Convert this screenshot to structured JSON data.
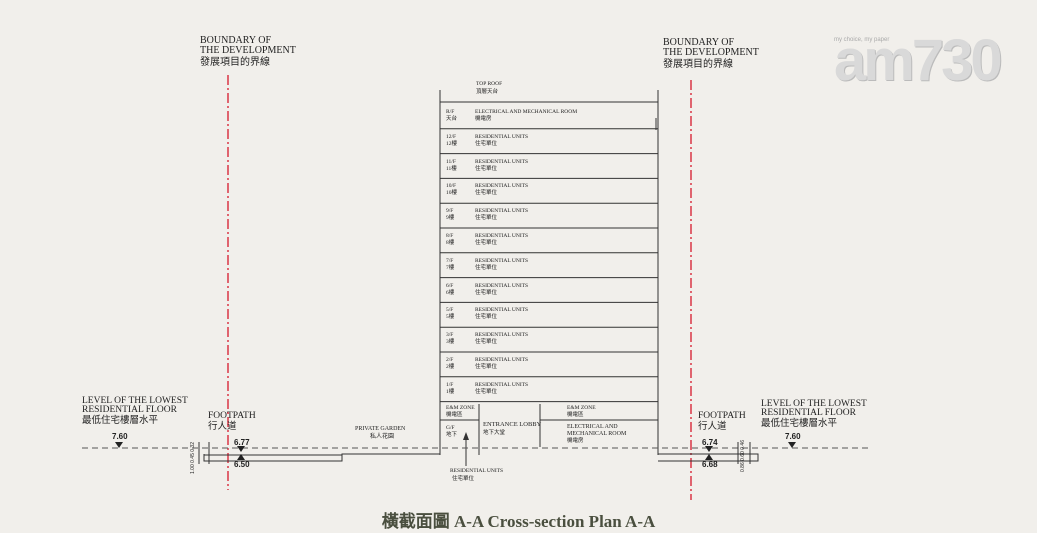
{
  "caption": "橫截面圖 A-A Cross-section Plan A-A",
  "watermark": {
    "small": "my choice, my paper",
    "big": "am730"
  },
  "left": {
    "boundary_en1": "BOUNDARY OF",
    "boundary_en2": "THE DEVELOPMENT",
    "boundary_cn": "發展項目的界線",
    "lowest_en1": "LEVEL OF THE LOWEST",
    "lowest_en2": "RESIDENTIAL FLOOR",
    "lowest_cn": "最低住宅樓層水平",
    "lowest_level": "7.60",
    "footpath_en": "FOOTPATH",
    "footpath_cn": "行人道",
    "level_top": "6.77",
    "level_bottom": "6.50",
    "dims": [
      "1.00",
      "0.45",
      "0.32"
    ]
  },
  "right": {
    "boundary_en1": "BOUNDARY OF",
    "boundary_en2": "THE DEVELOPMENT",
    "boundary_cn": "發展項目的界線",
    "lowest_en1": "LEVEL OF THE LOWEST",
    "lowest_en2": "RESIDENTIAL FLOOR",
    "lowest_cn": "最低住宅樓層水平",
    "lowest_level": "7.60",
    "footpath_en": "FOOTPATH",
    "footpath_cn": "行人道",
    "level_top": "6.74",
    "level_bottom": "6.68",
    "dims": [
      "0.86",
      "0.60",
      "0.46"
    ]
  },
  "building": {
    "top_roof_en": "TOP ROOF",
    "top_roof_cn": "頂層天台",
    "floors": [
      {
        "code": "R/F",
        "cn": "天台",
        "use_en": "ELECTRICAL AND MECHANICAL ROOM",
        "use_cn": "機電房"
      },
      {
        "code": "12/F",
        "cn": "12樓",
        "use_en": "RESIDENTIAL UNITS",
        "use_cn": "住宅單位"
      },
      {
        "code": "11/F",
        "cn": "11樓",
        "use_en": "RESIDENTIAL UNITS",
        "use_cn": "住宅單位"
      },
      {
        "code": "10/F",
        "cn": "10樓",
        "use_en": "RESIDENTIAL UNITS",
        "use_cn": "住宅單位"
      },
      {
        "code": "9/F",
        "cn": "9樓",
        "use_en": "RESIDENTIAL UNITS",
        "use_cn": "住宅單位"
      },
      {
        "code": "8/F",
        "cn": "8樓",
        "use_en": "RESIDENTIAL UNITS",
        "use_cn": "住宅單位"
      },
      {
        "code": "7/F",
        "cn": "7樓",
        "use_en": "RESIDENTIAL UNITS",
        "use_cn": "住宅單位"
      },
      {
        "code": "6/F",
        "cn": "6樓",
        "use_en": "RESIDENTIAL UNITS",
        "use_cn": "住宅單位"
      },
      {
        "code": "5/F",
        "cn": "5樓",
        "use_en": "RESIDENTIAL UNITS",
        "use_cn": "住宅單位"
      },
      {
        "code": "3/F",
        "cn": "3樓",
        "use_en": "RESIDENTIAL UNITS",
        "use_cn": "住宅單位"
      },
      {
        "code": "2/F",
        "cn": "2樓",
        "use_en": "RESIDENTIAL UNITS",
        "use_cn": "住宅單位"
      },
      {
        "code": "1/F",
        "cn": "1樓",
        "use_en": "RESIDENTIAL UNITS",
        "use_cn": "住宅單位"
      }
    ],
    "ground": {
      "code": "G/F",
      "cn": "地下",
      "em_left_en": "E&M ZONE",
      "em_left_cn": "機電區",
      "lobby_en": "ENTRANCE LOBBY",
      "lobby_cn": "地下大堂",
      "em_right_en": "E&M ZONE",
      "em_right_cn": "機電區",
      "em_room_en1": "ELECTRICAL AND",
      "em_room_en2": "MECHANICAL ROOM",
      "em_room_cn": "機電房"
    },
    "below_en": "RESIDENTIAL UNITS",
    "below_cn": "住宅單位"
  },
  "garden_en": "PRIVATE GARDEN",
  "garden_cn": "私人花園"
}
